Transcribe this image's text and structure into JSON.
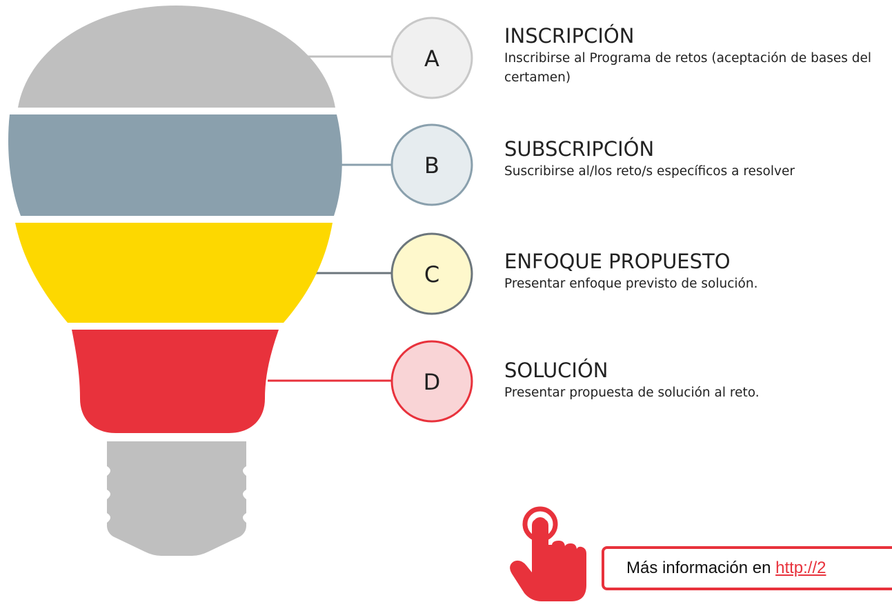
{
  "colors": {
    "segment_a": "#bfbfbf",
    "segment_b": "#8aa0ad",
    "segment_c": "#fdd800",
    "segment_d": "#e8323c",
    "base": "#bfbfbf",
    "accent": "#e8323c"
  },
  "steps": [
    {
      "letter": "A",
      "title": "INSCRIPCIÓN",
      "description": "Inscribirse al Programa de retos (aceptación de bases del certamen)",
      "circle_fill": "#f0f0f0",
      "circle_stroke": "#c8c8c8",
      "connector_color": "#bfbfbf"
    },
    {
      "letter": "B",
      "title": "SUBSCRIPCIÓN",
      "description": "Suscribirse al/los reto/s específicos a resolver",
      "circle_fill": "#e6ecef",
      "circle_stroke": "#8aa0ad",
      "connector_color": "#8aa0ad"
    },
    {
      "letter": "C",
      "title": "ENFOQUE PROPUESTO",
      "description": "Presentar enfoque previsto de solución.",
      "circle_fill": "#fef8cc",
      "circle_stroke": "#6c767c",
      "connector_color": "#6c767c"
    },
    {
      "letter": "D",
      "title": "SOLUCIÓN",
      "description": "Presentar propuesta de solución al reto.",
      "circle_fill": "#f9d4d6",
      "circle_stroke": "#e8323c",
      "connector_color": "#e8323c"
    }
  ],
  "info": {
    "text": "Más información en ",
    "link": "http://2",
    "icon": "hand-pointer-icon"
  }
}
